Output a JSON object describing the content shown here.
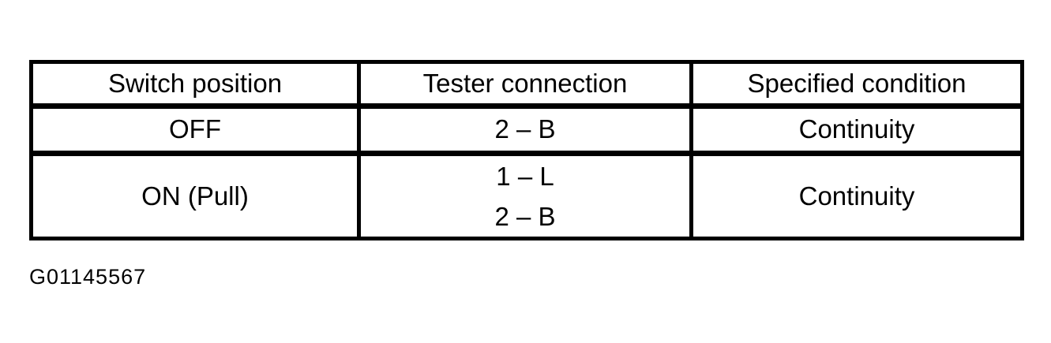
{
  "figure": {
    "caption": "G01145567"
  },
  "colors": {
    "background": "#ffffff",
    "border": "#000000",
    "text": "#000000"
  },
  "table": {
    "headers": [
      "Switch position",
      "Tester connection",
      "Specified condition"
    ],
    "rows": [
      {
        "cells": [
          {
            "lines": [
              "OFF"
            ]
          },
          {
            "lines": [
              "2 – B"
            ]
          },
          {
            "lines": [
              "Continuity"
            ]
          }
        ]
      },
      {
        "cells": [
          {
            "lines": [
              "ON (Pull)"
            ]
          },
          {
            "lines": [
              "1 – L",
              "2 – B"
            ]
          },
          {
            "lines": [
              "Continuity"
            ]
          }
        ]
      }
    ]
  }
}
